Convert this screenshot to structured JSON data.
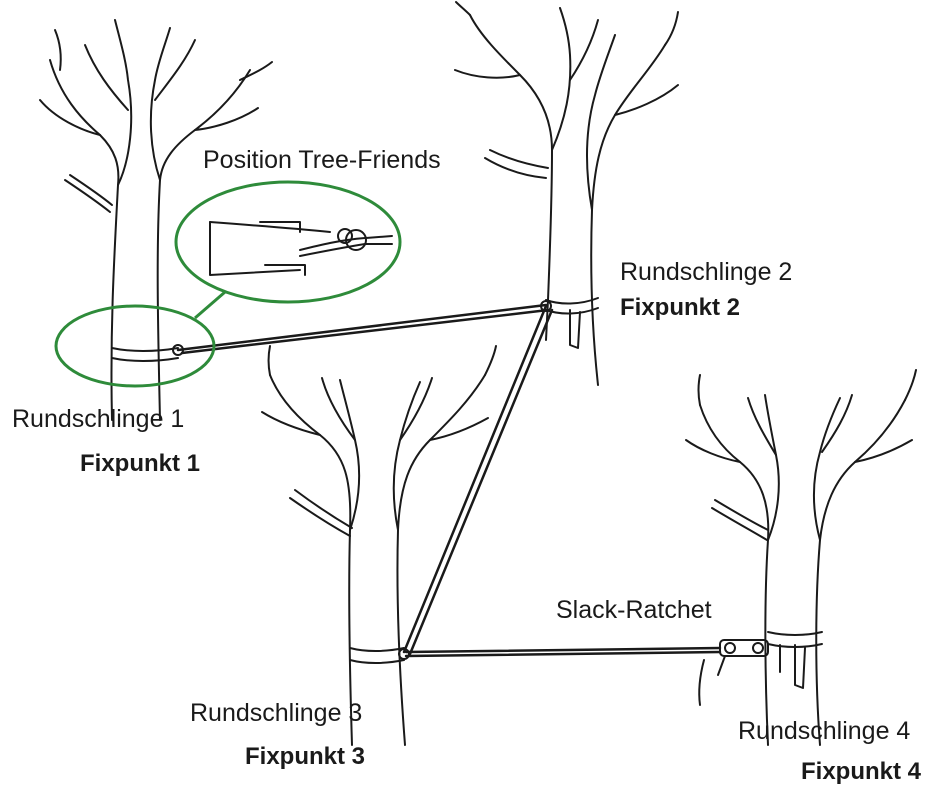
{
  "labels": {
    "inset_title": "Position Tree-Friends",
    "sling_1": "Rundschlinge 1",
    "anchor_1": "Fixpunkt 1",
    "sling_2": "Rundschlinge 2",
    "anchor_2": "Fixpunkt 2",
    "sling_3": "Rundschlinge 3",
    "anchor_3": "Fixpunkt 3",
    "sling_4": "Rundschlinge 4",
    "anchor_4": "Fixpunkt 4",
    "ratchet": "Slack-Ratchet"
  },
  "colors": {
    "ink": "#1a1a1a",
    "highlight": "#2e8b3a",
    "background": "#ffffff"
  }
}
